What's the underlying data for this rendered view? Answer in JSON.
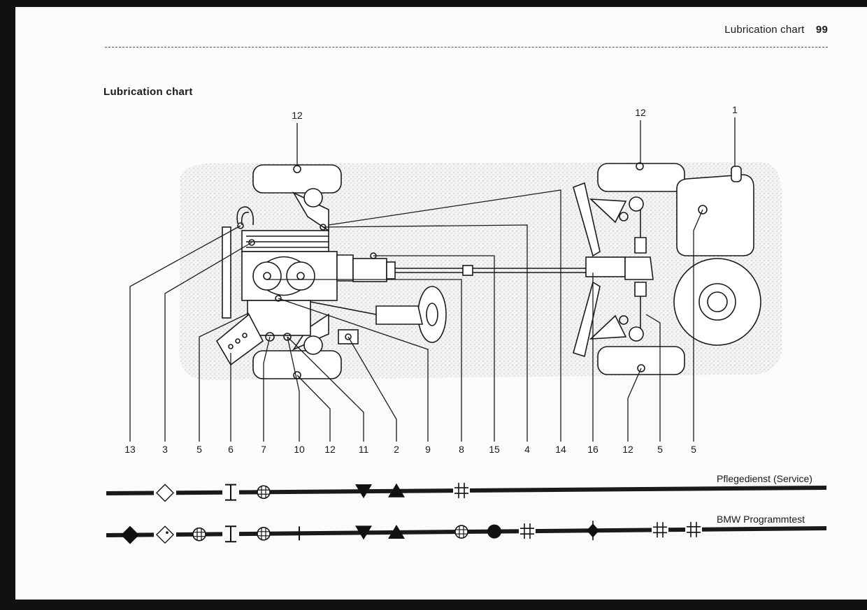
{
  "header": {
    "title": "Lubrication chart",
    "page_number": "99"
  },
  "section_title": "Lubrication chart",
  "rows": [
    {
      "label": "Pflegedienst (Service)"
    },
    {
      "label": "BMW  Programmtest"
    }
  ],
  "top_callouts": [
    "12",
    "12",
    "1"
  ],
  "bottom_callouts": [
    {
      "label": "13",
      "symbols": [
        "none",
        "diamond-filled"
      ]
    },
    {
      "label": "3",
      "symbols": [
        "diamond-open",
        "diamond-dot"
      ]
    },
    {
      "label": "5",
      "symbols": [
        "none",
        "grid-circle"
      ]
    },
    {
      "label": "6",
      "symbols": [
        "i-beam",
        "i-beam"
      ]
    },
    {
      "label": "7",
      "symbols": [
        "grid-circle",
        "grid-circle"
      ]
    },
    {
      "label": "10",
      "symbols": [
        "none",
        "tick"
      ]
    },
    {
      "label": "12",
      "symbols": [
        "none",
        "none"
      ]
    },
    {
      "label": "11",
      "symbols": [
        "triangle-down",
        "triangle-down"
      ]
    },
    {
      "label": "2",
      "symbols": [
        "triangle-up",
        "triangle-up"
      ]
    },
    {
      "label": "9",
      "symbols": [
        "none",
        "none"
      ]
    },
    {
      "label": "8",
      "symbols": [
        "hash",
        "grid-circle"
      ]
    },
    {
      "label": "15",
      "symbols": [
        "none",
        "circle-filled"
      ]
    },
    {
      "label": "4",
      "symbols": [
        "none",
        "hash"
      ]
    },
    {
      "label": "14",
      "symbols": [
        "none",
        "none"
      ]
    },
    {
      "label": "16",
      "symbols": [
        "none",
        "diamond-cross"
      ]
    },
    {
      "label": "12",
      "symbols": [
        "none",
        "none"
      ]
    },
    {
      "label": "5",
      "symbols": [
        "none",
        "hash"
      ]
    },
    {
      "label": "5",
      "symbols": [
        "none",
        "hash"
      ]
    }
  ]
}
